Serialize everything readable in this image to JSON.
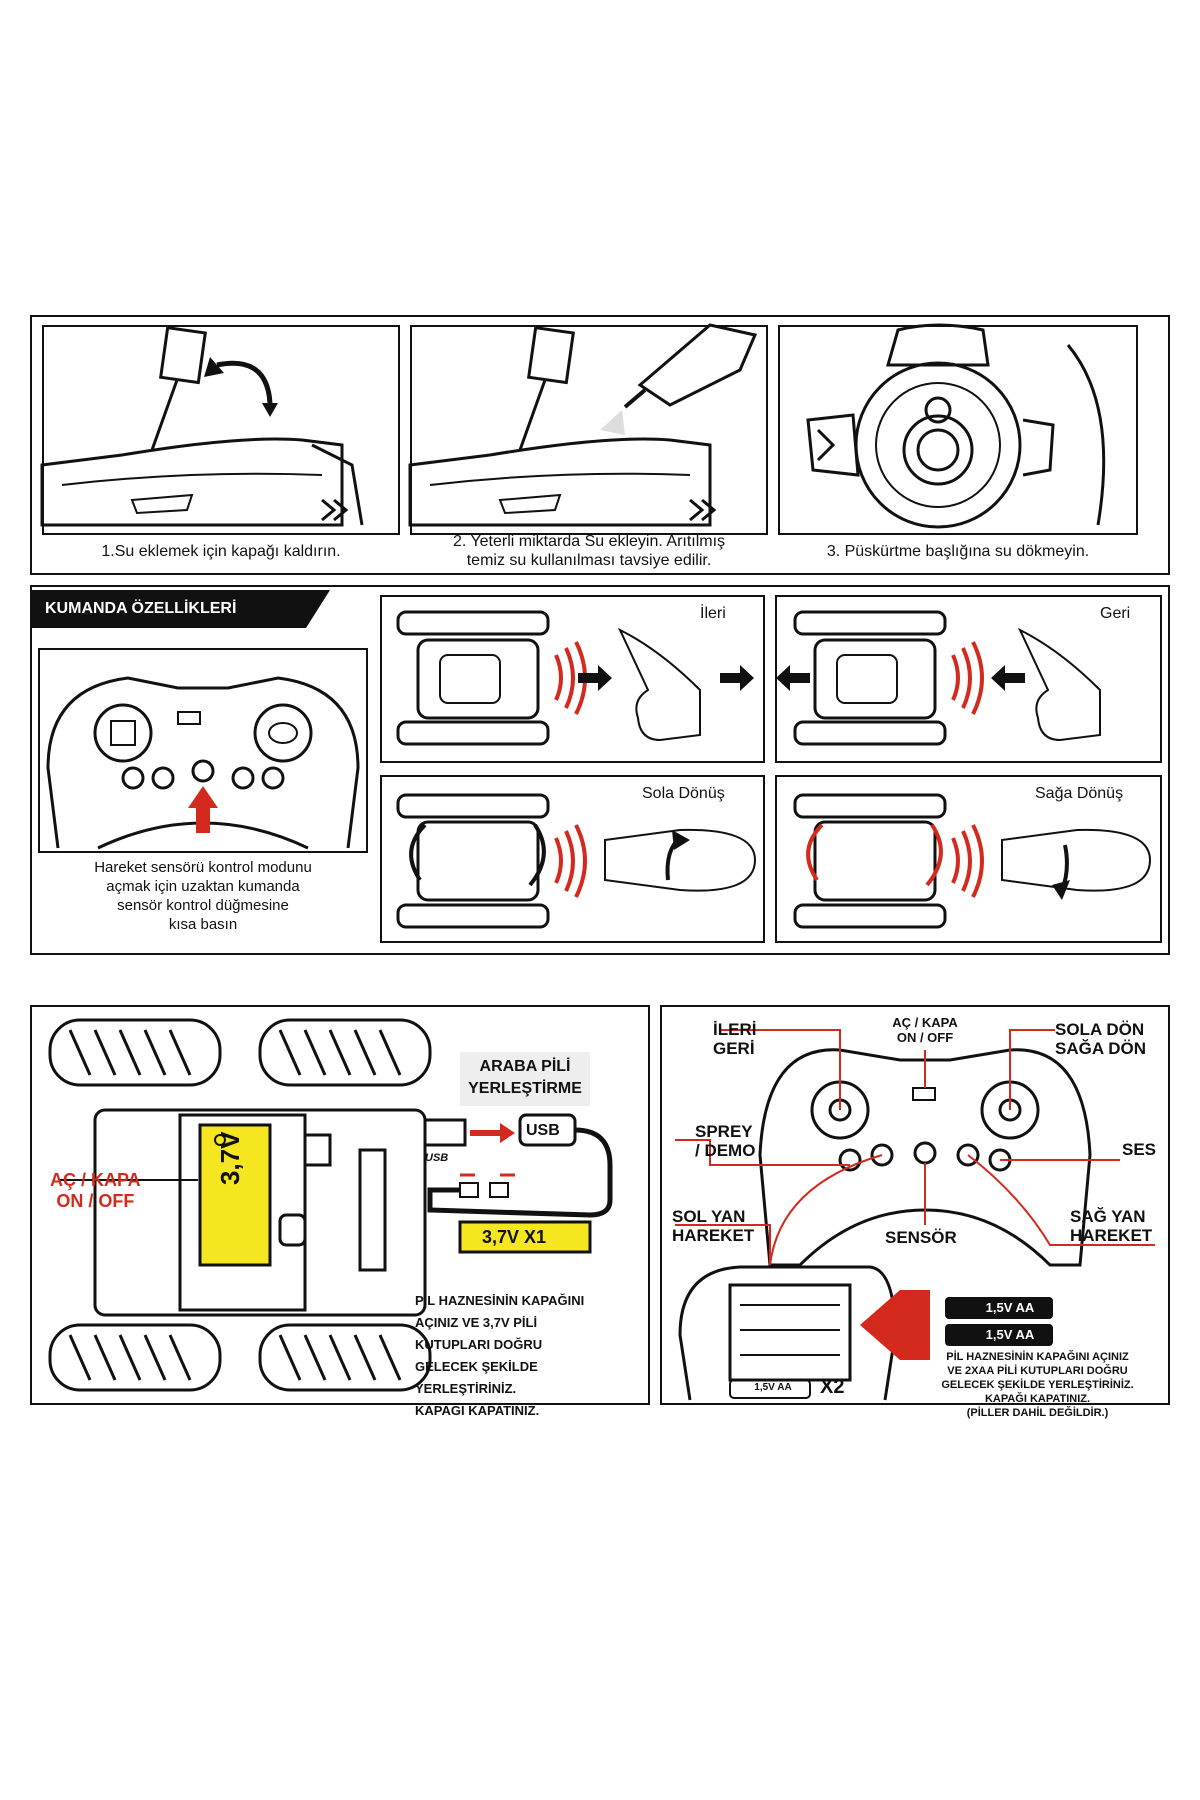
{
  "water_steps": [
    {
      "caption": "1.Su eklemek için kapağı kaldırın."
    },
    {
      "caption_line1": "2. Yeterli miktarda Su ekleyin. Arıtılmış",
      "caption_line2": "temiz su kullanılması tavsiye edilir."
    },
    {
      "caption": "3. Püskürtme başlığına su dökmeyin."
    }
  ],
  "remote_features": {
    "header": "KUMANDA ÖZELLİKLERİ",
    "sensor_note": [
      "Hareket sensörü kontrol modunu",
      "açmak için uzaktan kumanda",
      "sensör kontrol düğmesine",
      "kısa basın"
    ],
    "gestures": [
      {
        "label": "İleri"
      },
      {
        "label": "Geri"
      },
      {
        "label": "Sola Dönüş"
      },
      {
        "label": "Sağa Dönüş"
      }
    ]
  },
  "car_battery": {
    "title_line1": "ARABA PİLİ",
    "title_line2": "YERLEŞTİRME",
    "switch_line1": "AÇ / KAPA",
    "switch_line2": "ON / OFF",
    "battery_label": "3,7V",
    "usb_label": "USB",
    "usb_small": "USB",
    "battery_count": "3,7V X1",
    "instructions": [
      "PİL HAZNESİNİN KAPAĞINI",
      "AÇINIZ VE 3,7V PİLİ",
      "KUTUPLARI DOĞRU",
      "GELECEK ŞEKİLDE",
      "YERLEŞTİRİNİZ.",
      "KAPAĞI KAPATINIZ."
    ]
  },
  "controller": {
    "forward_back": [
      "İLERİ",
      "GERİ"
    ],
    "on_off": [
      "AÇ / KAPA",
      "ON / OFF"
    ],
    "turn": [
      "SOLA DÖN",
      "SAĞA DÖN"
    ],
    "spray": [
      "SPREY",
      "/ DEMO"
    ],
    "sound": "SES",
    "left_side": [
      "SOL YAN",
      "HAREKET"
    ],
    "sensor": "SENSÖR",
    "right_side": [
      "SAĞ YAN",
      "HAREKET"
    ],
    "battery1": "1,5V AA",
    "battery2": "1,5V AA",
    "battery_small": "1,5V AA",
    "battery_qty": "X2",
    "instructions": [
      "PİL HAZNESİNİN KAPAĞINI AÇINIZ",
      "VE 2XAA PİLİ KUTUPLARI DOĞRU",
      "GELECEK ŞEKİLDE YERLEŞTİRİNİZ.",
      "KAPAĞI KAPATINIZ.",
      "(PİLLER DAHİL DEĞİLDİR.)"
    ]
  },
  "colors": {
    "accent_red": "#d42a1e",
    "label_yellow": "#f5e620",
    "ink": "#111111"
  }
}
